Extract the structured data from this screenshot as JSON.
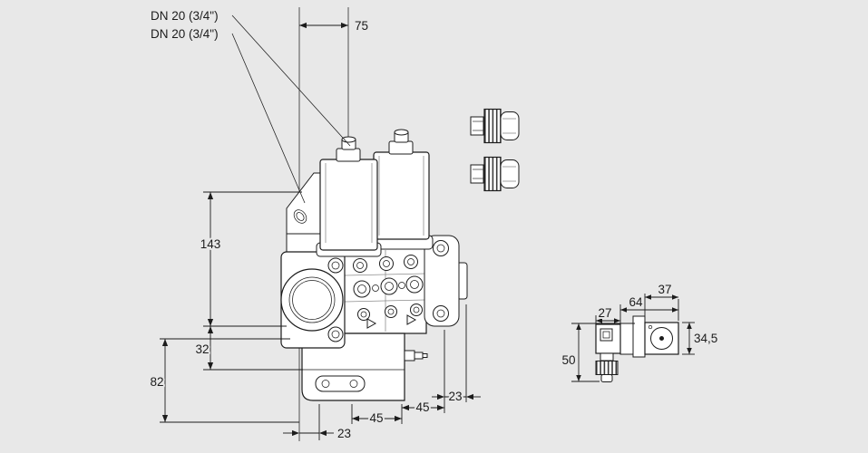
{
  "colors": {
    "background": "#e8e8e8",
    "line": "#1c1c1c"
  },
  "labels": {
    "port_top": "DN 20 (3/4\")",
    "port_bottom": "DN 20 (3/4\")"
  },
  "dimensions": {
    "coil_offset": "75",
    "body_height": "143",
    "lower_height": "32",
    "regulator_height": "82",
    "bottom_left_offset": "23",
    "block_width": "45",
    "outlet_width": "45",
    "outlet_offset": "23",
    "plug_width": "27",
    "pilot_total_width": "64",
    "pilot_body_width": "37",
    "pilot_body_height": "34,5",
    "pilot_total_height": "50"
  }
}
